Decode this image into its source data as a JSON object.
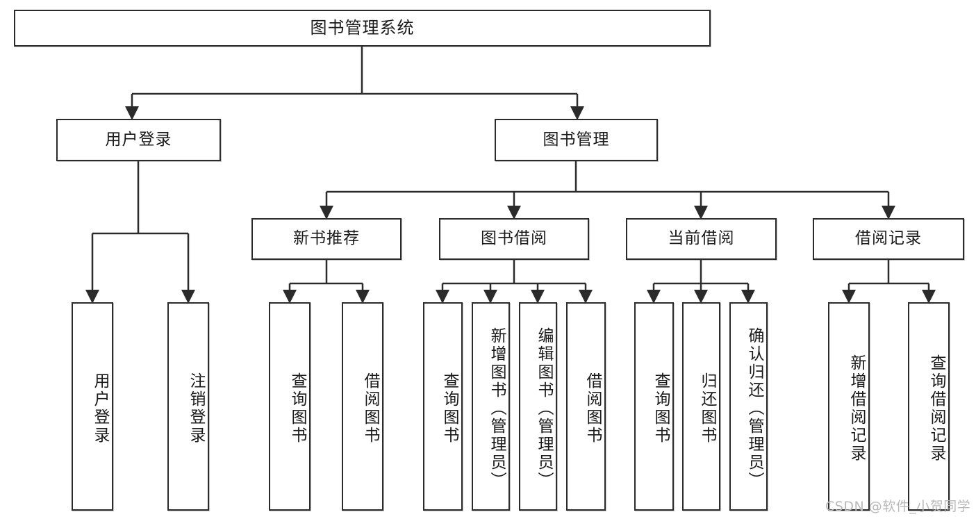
{
  "diagram": {
    "type": "tree-hierarchy-chart",
    "title": "图书管理系统",
    "watermark": "CSDN @软件_小贺同学",
    "colors": {
      "stroke": "#2b2b2b",
      "fill": "#ffffff",
      "text": "#1a1a1a",
      "watermark": "#b9b9b9"
    },
    "nodes": {
      "root": {
        "label": "图书管理系统"
      },
      "level1": [
        {
          "id": "user-login",
          "label": "用户登录"
        },
        {
          "id": "book-management",
          "label": "图书管理"
        }
      ],
      "level2": [
        {
          "id": "new-book-recommend",
          "label": "新书推荐"
        },
        {
          "id": "book-borrow",
          "label": "图书借阅"
        },
        {
          "id": "current-borrow",
          "label": "当前借阅"
        },
        {
          "id": "borrow-record",
          "label": "借阅记录"
        }
      ],
      "leaves": {
        "user-login": [
          {
            "id": "leaf-user-login",
            "label": "用户登录"
          },
          {
            "id": "leaf-user-logout",
            "label": "注销登录"
          }
        ],
        "new-book-recommend": [
          {
            "id": "leaf-query-book-1",
            "label": "查询图书"
          },
          {
            "id": "leaf-borrow-book-1",
            "label": "借阅图书"
          }
        ],
        "book-borrow": [
          {
            "id": "leaf-query-book-2",
            "label": "查询图书"
          },
          {
            "id": "leaf-add-book",
            "label": "新增图书（管理员）"
          },
          {
            "id": "leaf-edit-book",
            "label": "编辑图书（管理员）"
          },
          {
            "id": "leaf-borrow-book-2",
            "label": "借阅图书"
          }
        ],
        "current-borrow": [
          {
            "id": "leaf-query-book-3",
            "label": "查询图书"
          },
          {
            "id": "leaf-return-book",
            "label": "归还图书"
          },
          {
            "id": "leaf-confirm-return",
            "label": "确认归还（管理员）"
          }
        ],
        "borrow-record": [
          {
            "id": "leaf-add-record",
            "label": "新增借阅记录"
          },
          {
            "id": "leaf-query-record",
            "label": "查询借阅记录"
          }
        ]
      }
    }
  }
}
